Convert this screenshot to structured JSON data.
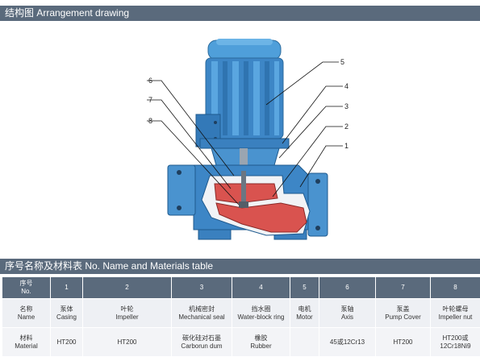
{
  "sections": {
    "arrangement_title": "结构图 Arrangement drawing",
    "table_title": "序号名称及材料表 No. Name and Materials table"
  },
  "drawing": {
    "callouts": [
      "1",
      "2",
      "3",
      "4",
      "5",
      "6",
      "7",
      "8"
    ],
    "colors": {
      "body_blue": "#3d86c6",
      "motor_blue": "#4f9fda",
      "casing_red": "#d9534f",
      "line": "#111111"
    }
  },
  "table": {
    "header": {
      "label_cn": "序号",
      "label_en": "No.",
      "numbers": [
        "1",
        "2",
        "3",
        "4",
        "5",
        "6",
        "7",
        "8"
      ]
    },
    "name_row": {
      "label_cn": "名称",
      "label_en": "Name",
      "cells": [
        {
          "cn": "泵体",
          "en": "Casing"
        },
        {
          "cn": "叶轮",
          "en": "Impeller"
        },
        {
          "cn": "机械密封",
          "en": "Mechanical seal"
        },
        {
          "cn": "挡水圈",
          "en": "Water-block ring"
        },
        {
          "cn": "电机",
          "en": "Motor"
        },
        {
          "cn": "泵轴",
          "en": "Axis"
        },
        {
          "cn": "泵盖",
          "en": "Pump Cover"
        },
        {
          "cn": "叶轮螺母",
          "en": "Impeller nut"
        }
      ]
    },
    "material_row": {
      "label_cn": "材料",
      "label_en": "Material",
      "cells": [
        {
          "cn": "HT200",
          "en": ""
        },
        {
          "cn": "HT200",
          "en": ""
        },
        {
          "cn": "碳化硅对石墨",
          "en": "Carborun dum"
        },
        {
          "cn": "橡胶",
          "en": "Rubber"
        },
        {
          "cn": "",
          "en": ""
        },
        {
          "cn": "45或12Cr13",
          "en": ""
        },
        {
          "cn": "HT200",
          "en": ""
        },
        {
          "cn": "HT200或12Cr18Ni9",
          "en": ""
        }
      ]
    }
  }
}
